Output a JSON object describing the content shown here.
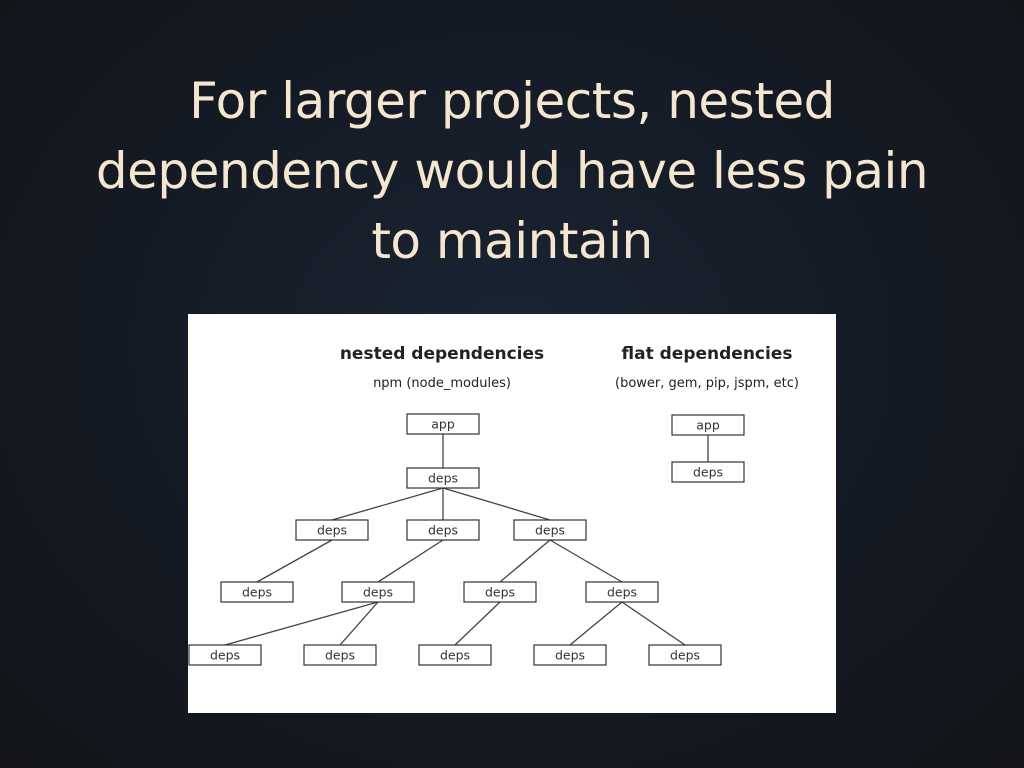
{
  "slide": {
    "title_lines": [
      "For larger projects, nested",
      "dependency would have less pain",
      "to maintain"
    ]
  },
  "diagram": {
    "nested": {
      "heading": "nested dependencies",
      "subheading": "npm (node_modules)",
      "nodes": [
        {
          "id": "n-app",
          "label": "app"
        },
        {
          "id": "n-deps-root",
          "label": "deps"
        },
        {
          "id": "n-l1-a",
          "label": "deps"
        },
        {
          "id": "n-l1-b",
          "label": "deps"
        },
        {
          "id": "n-l1-c",
          "label": "deps"
        },
        {
          "id": "n-l2-a",
          "label": "deps"
        },
        {
          "id": "n-l2-b",
          "label": "deps"
        },
        {
          "id": "n-l2-c",
          "label": "deps"
        },
        {
          "id": "n-l2-d",
          "label": "deps"
        },
        {
          "id": "n-l3-a",
          "label": "deps"
        },
        {
          "id": "n-l3-b",
          "label": "deps"
        },
        {
          "id": "n-l3-c",
          "label": "deps"
        },
        {
          "id": "n-l3-d",
          "label": "deps"
        },
        {
          "id": "n-l3-e",
          "label": "deps"
        }
      ],
      "edges": [
        [
          "n-app",
          "n-deps-root"
        ],
        [
          "n-deps-root",
          "n-l1-a"
        ],
        [
          "n-deps-root",
          "n-l1-b"
        ],
        [
          "n-deps-root",
          "n-l1-c"
        ],
        [
          "n-l1-a",
          "n-l2-a"
        ],
        [
          "n-l1-b",
          "n-l2-b"
        ],
        [
          "n-l1-c",
          "n-l2-c"
        ],
        [
          "n-l1-c",
          "n-l2-d"
        ],
        [
          "n-l2-b",
          "n-l3-a"
        ],
        [
          "n-l2-b",
          "n-l3-b"
        ],
        [
          "n-l2-c",
          "n-l3-c"
        ],
        [
          "n-l2-d",
          "n-l3-d"
        ],
        [
          "n-l2-d",
          "n-l3-e"
        ]
      ]
    },
    "flat": {
      "heading": "flat dependencies",
      "subheading": "(bower, gem, pip, jspm, etc)",
      "nodes": [
        {
          "id": "f-app",
          "label": "app"
        },
        {
          "id": "f-deps",
          "label": "deps"
        }
      ],
      "edges": [
        [
          "f-app",
          "f-deps"
        ]
      ]
    }
  }
}
